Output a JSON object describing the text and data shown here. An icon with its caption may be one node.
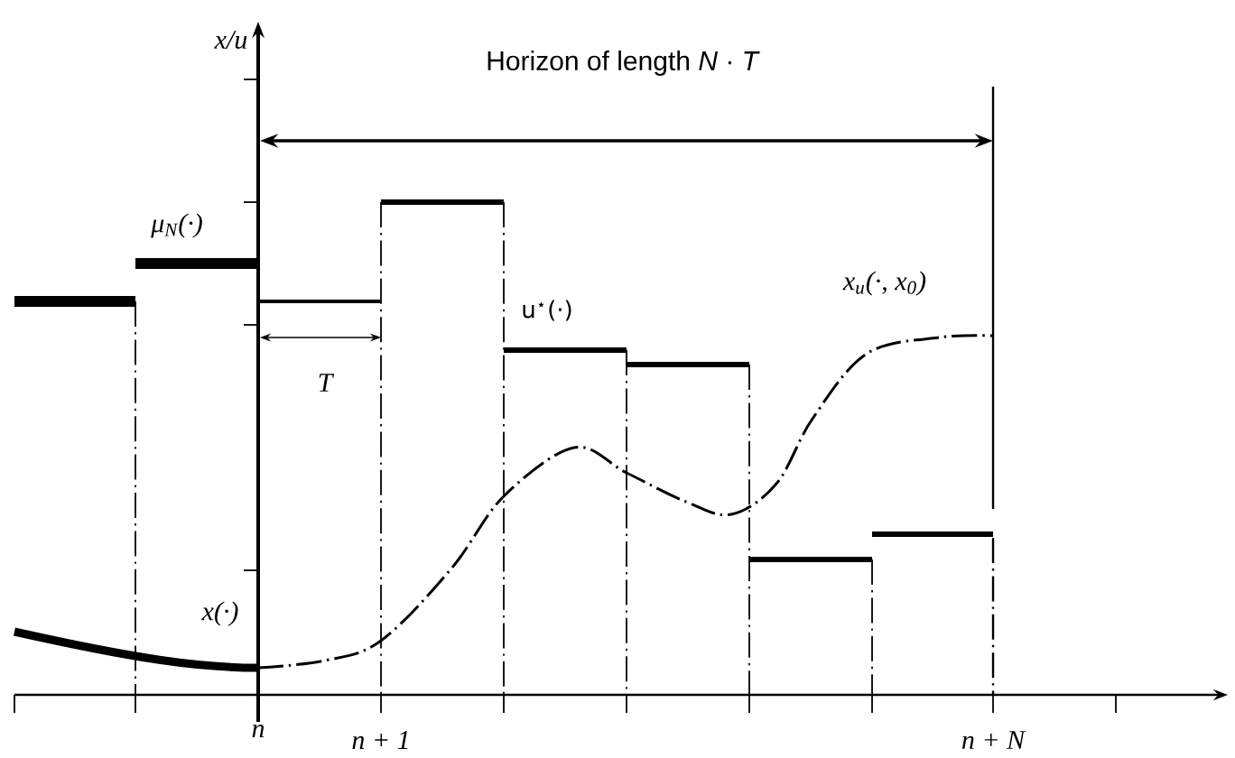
{
  "diagram": {
    "labels": [
      "x/u",
      "Horizon of length *N* · *T*",
      "μ$_{N}$(·)",
      "x$_{u}$(·, x$_{0}$)",
      "u$^{⋆}$(·)",
      "T",
      "x(·)",
      "n",
      "n + 1",
      "n + N"
    ]
  }
}
